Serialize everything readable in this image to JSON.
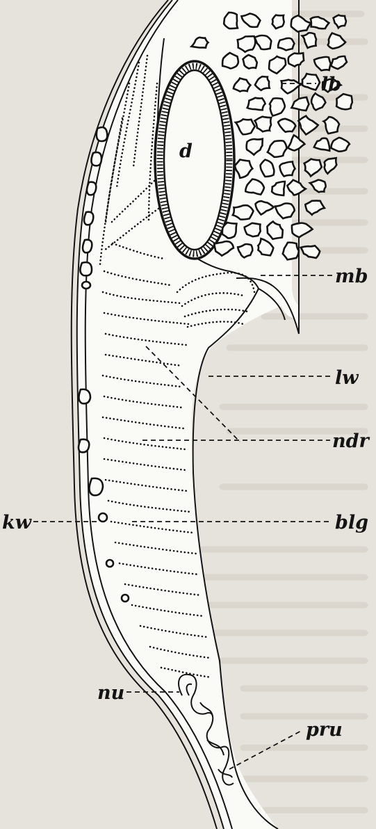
{
  "labels": {
    "lb": "lb",
    "d": "d",
    "mb": "mb",
    "lw": "lw",
    "ndr": "ndr",
    "kw": "kw",
    "blg": "blg",
    "nu": "nu",
    "pru": "pru"
  },
  "colors": {
    "paper": "#e6e3dc",
    "ink": "#141414",
    "tissue": "#fafaf6",
    "bleed_text": "#d3cfc6"
  }
}
